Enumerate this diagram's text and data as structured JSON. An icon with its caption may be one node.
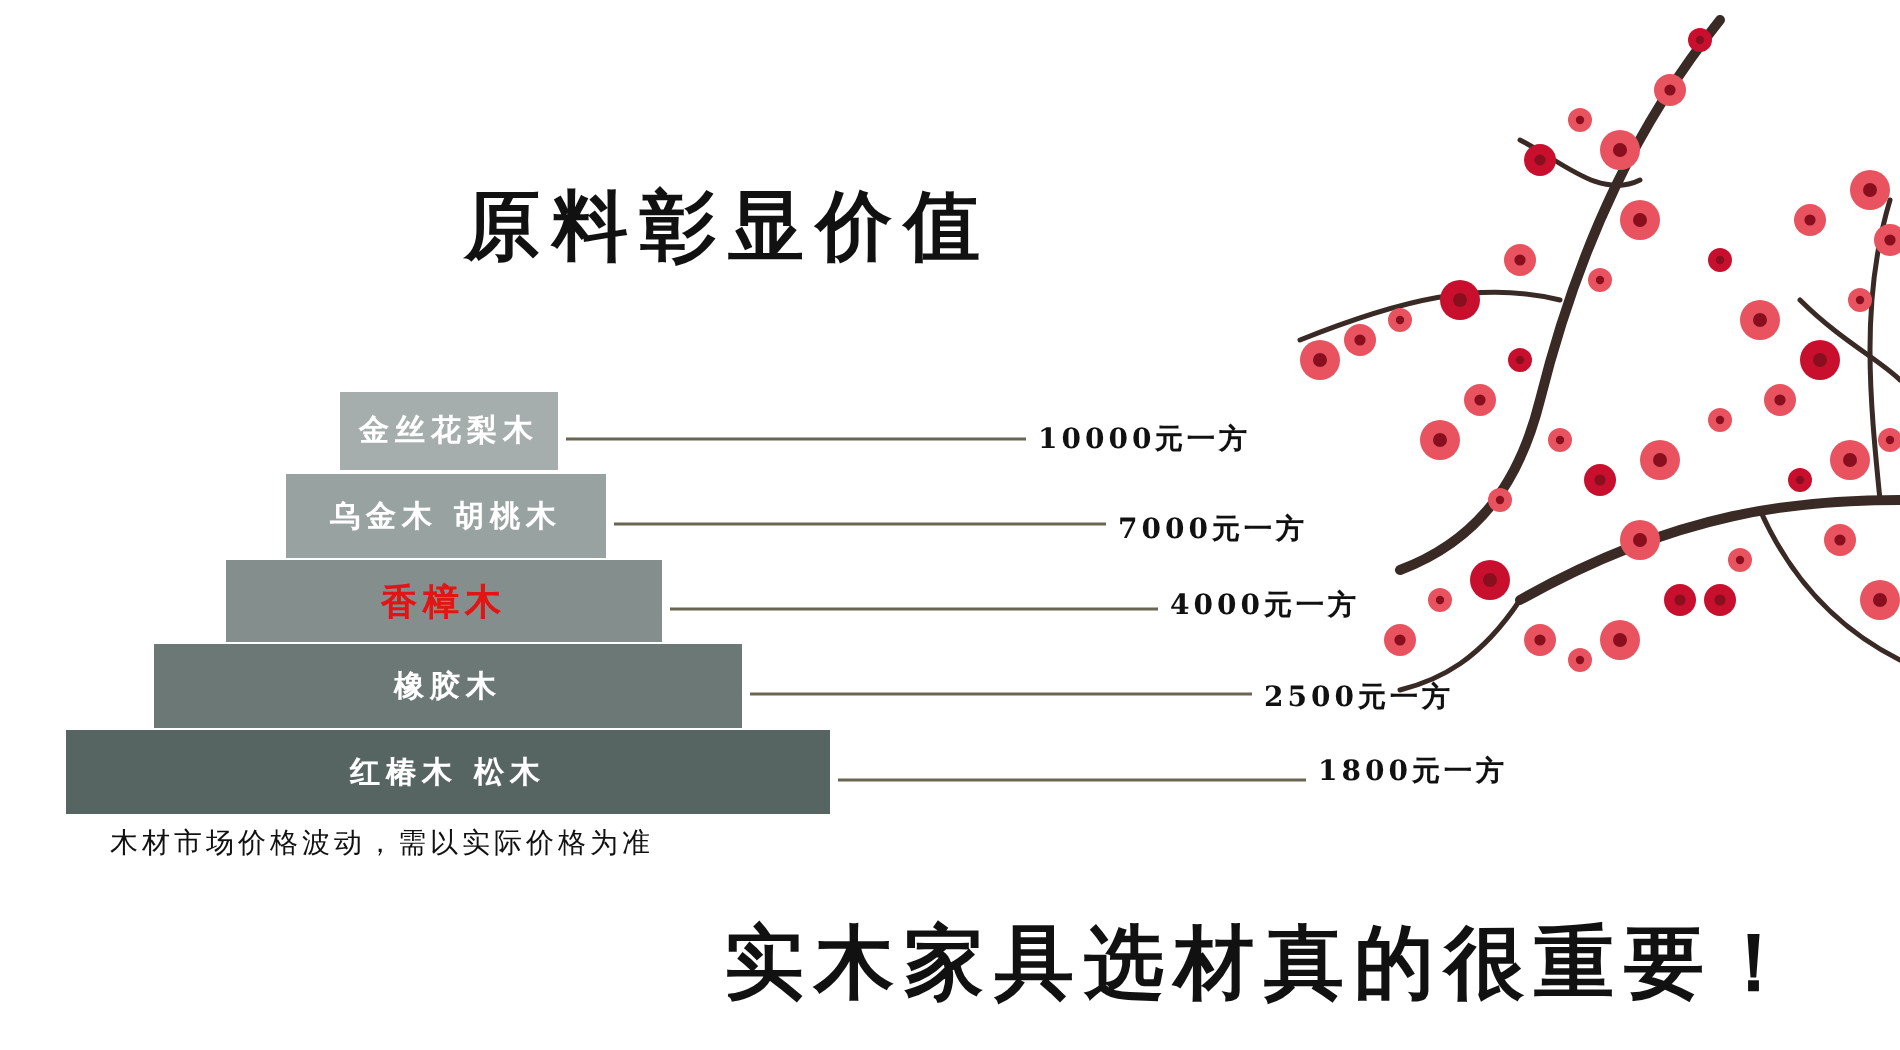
{
  "diagram": {
    "title": "原料彰显价值",
    "nodes": [
      {
        "text": [
          "金丝花梨木"
        ]
      },
      {
        "text": [
          "乌金木 胡桃木"
        ]
      },
      {
        "text": [
          "香樟木"
        ]
      },
      {
        "text": [
          "橡胶木"
        ]
      },
      {
        "text": [
          "红椿木 松木"
        ]
      },
      {
        "text": [
          "10000元一方"
        ]
      },
      {
        "text": [
          "7000元一方"
        ]
      },
      {
        "text": [
          "4000元一方"
        ]
      },
      {
        "text": [
          "2500元一方"
        ]
      },
      {
        "text": [
          "1800元一方"
        ]
      }
    ],
    "edges": [
      {
        "from": 0,
        "to": 5,
        "arrow": "none"
      },
      {
        "from": 1,
        "to": 6,
        "arrow": "none"
      },
      {
        "from": 2,
        "to": 7,
        "arrow": "none"
      },
      {
        "from": 3,
        "to": 8,
        "arrow": "none"
      },
      {
        "from": 4,
        "to": 9,
        "arrow": "none"
      }
    ],
    "labels": [
      "木材市场价格波动，需以实际价格为准",
      "实木家具选材真的很重要！"
    ]
  }
}
